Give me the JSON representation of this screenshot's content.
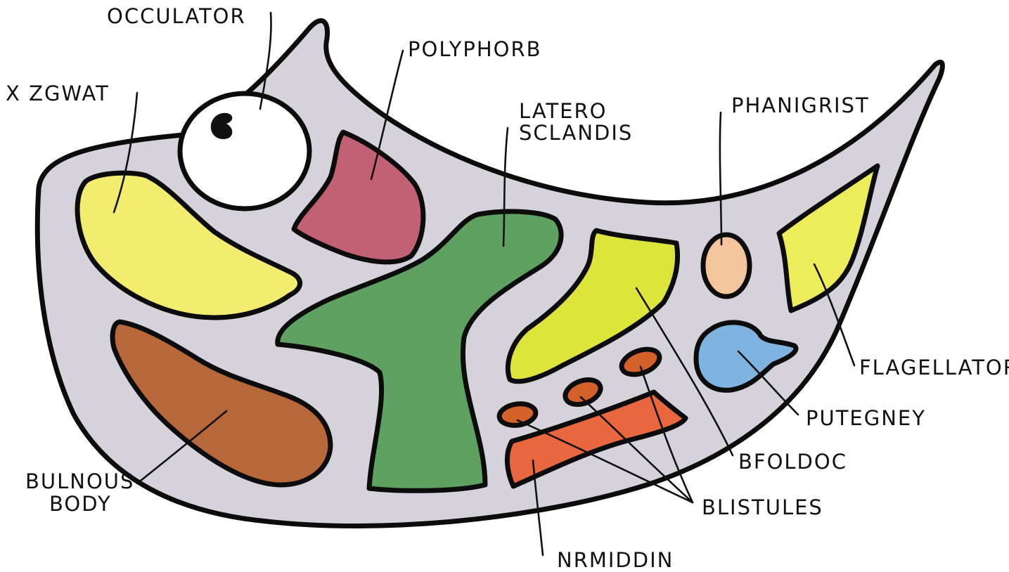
{
  "diagram": {
    "labels": {
      "occulator": "OCCULATOR",
      "polyphorb": "POLYPHORB",
      "xzgwat": "X ZGWAT",
      "latero_line1": "LATERO",
      "latero_line2": "SCLANDIS",
      "phanigrist": "PHANIGRIST",
      "flagellator": "FLAGELLATOR",
      "putegney": "PUTEGNEY",
      "bfoldoc": "BFOLDOC",
      "blistules": "BLISTULES",
      "nrmiddin": "NRMIDDIN",
      "bulnous_line1": "BULNOUS",
      "bulnous_line2": "BODY"
    },
    "colors": {
      "body": "#d6d2dc",
      "eye": "#ffffff",
      "pupil": "#111111",
      "xzgwat": "#f3ed6f",
      "polyphorb": "#c26074",
      "latero_sclandis": "#5fa160",
      "bfoldoc": "#dde43a",
      "phanigrist": "#f4c49c",
      "flagellator": "#eded5a",
      "putegney": "#7fb3e0",
      "bulnous_body": "#b8673a",
      "nrmiddin": "#e9673f",
      "blistules": "#d4602a"
    }
  }
}
